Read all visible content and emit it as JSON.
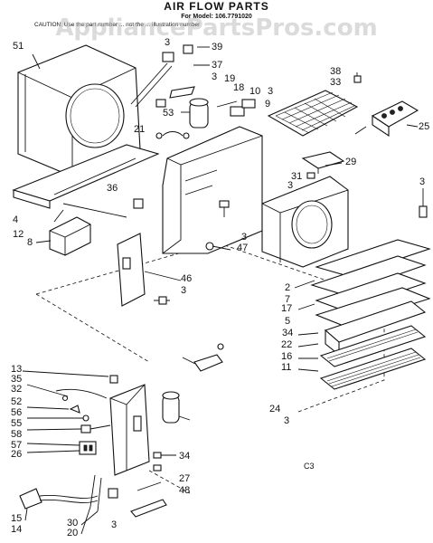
{
  "header": {
    "title": "AIR FLOW PARTS",
    "model": "For Model: 106.7791020",
    "caution": "CAUTION: Use the part number ... not the ... illustration number"
  },
  "watermark": "AppliancePartsPros.com",
  "labels": [
    {
      "id": "51",
      "text": "51"
    },
    {
      "id": "3a",
      "text": "3"
    },
    {
      "id": "39",
      "text": "39"
    },
    {
      "id": "37",
      "text": "37"
    },
    {
      "id": "3b",
      "text": "3"
    },
    {
      "id": "19",
      "text": "19"
    },
    {
      "id": "18",
      "text": "18"
    },
    {
      "id": "10",
      "text": "10"
    },
    {
      "id": "3c",
      "text": "3"
    },
    {
      "id": "9",
      "text": "9"
    },
    {
      "id": "53",
      "text": "53"
    },
    {
      "id": "21",
      "text": "21"
    },
    {
      "id": "38",
      "text": "38"
    },
    {
      "id": "33",
      "text": "33"
    },
    {
      "id": "25",
      "text": "25"
    },
    {
      "id": "29",
      "text": "29"
    },
    {
      "id": "31",
      "text": "31"
    },
    {
      "id": "3d",
      "text": "3"
    },
    {
      "id": "3e",
      "text": "3"
    },
    {
      "id": "36",
      "text": "36"
    },
    {
      "id": "4",
      "text": "4"
    },
    {
      "id": "12",
      "text": "12"
    },
    {
      "id": "8",
      "text": "8"
    },
    {
      "id": "3f",
      "text": "3"
    },
    {
      "id": "47",
      "text": "47"
    },
    {
      "id": "46",
      "text": "46"
    },
    {
      "id": "3g",
      "text": "3"
    },
    {
      "id": "2",
      "text": "2"
    },
    {
      "id": "7",
      "text": "7"
    },
    {
      "id": "17",
      "text": "17"
    },
    {
      "id": "5",
      "text": "5"
    },
    {
      "id": "34a",
      "text": "34"
    },
    {
      "id": "22",
      "text": "22"
    },
    {
      "id": "16",
      "text": "16"
    },
    {
      "id": "11",
      "text": "11"
    },
    {
      "id": "13",
      "text": "13"
    },
    {
      "id": "35",
      "text": "35"
    },
    {
      "id": "32",
      "text": "32"
    },
    {
      "id": "52",
      "text": "52"
    },
    {
      "id": "56",
      "text": "56"
    },
    {
      "id": "55",
      "text": "55"
    },
    {
      "id": "58",
      "text": "58"
    },
    {
      "id": "57",
      "text": "57"
    },
    {
      "id": "26",
      "text": "26"
    },
    {
      "id": "24",
      "text": "24"
    },
    {
      "id": "3h",
      "text": "3"
    },
    {
      "id": "34b",
      "text": "34"
    },
    {
      "id": "27",
      "text": "27"
    },
    {
      "id": "48",
      "text": "48"
    },
    {
      "id": "c3",
      "text": "C3"
    },
    {
      "id": "15",
      "text": "15"
    },
    {
      "id": "14",
      "text": "14"
    },
    {
      "id": "30",
      "text": "30"
    },
    {
      "id": "20",
      "text": "20"
    },
    {
      "id": "3i",
      "text": "3"
    }
  ]
}
